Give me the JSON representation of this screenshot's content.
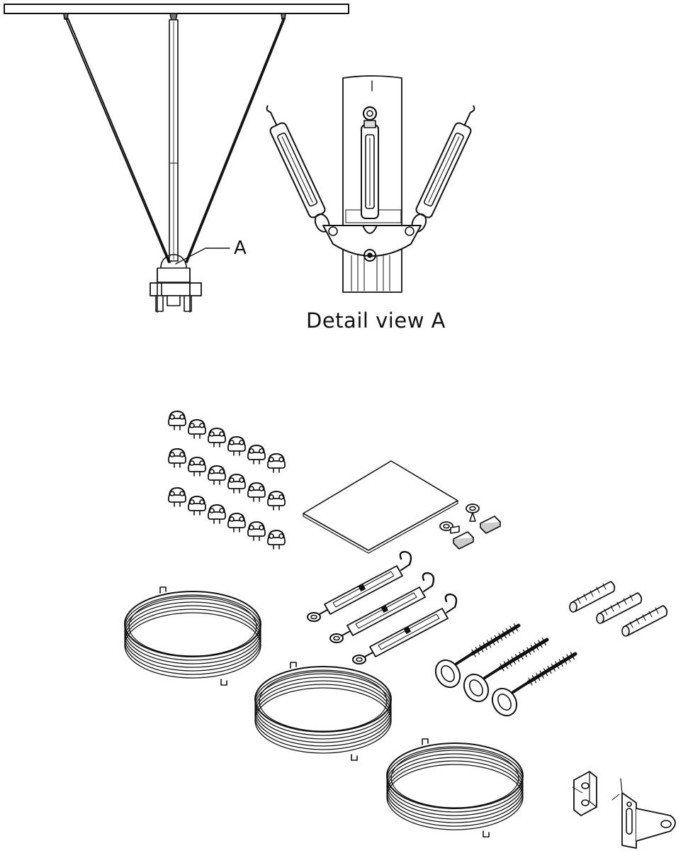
{
  "labels": {
    "callout_a": "A",
    "detail_caption": "Detail view A"
  },
  "parts": {
    "wire_clamp_rows": [
      6,
      6,
      6
    ],
    "turnbuckles": 3,
    "eye_screws": 3,
    "wall_plugs": 3,
    "wire_coils": 3,
    "bolts": 2,
    "nuts": 2,
    "mounting_brackets": 2,
    "instruction_sheet": 1
  }
}
